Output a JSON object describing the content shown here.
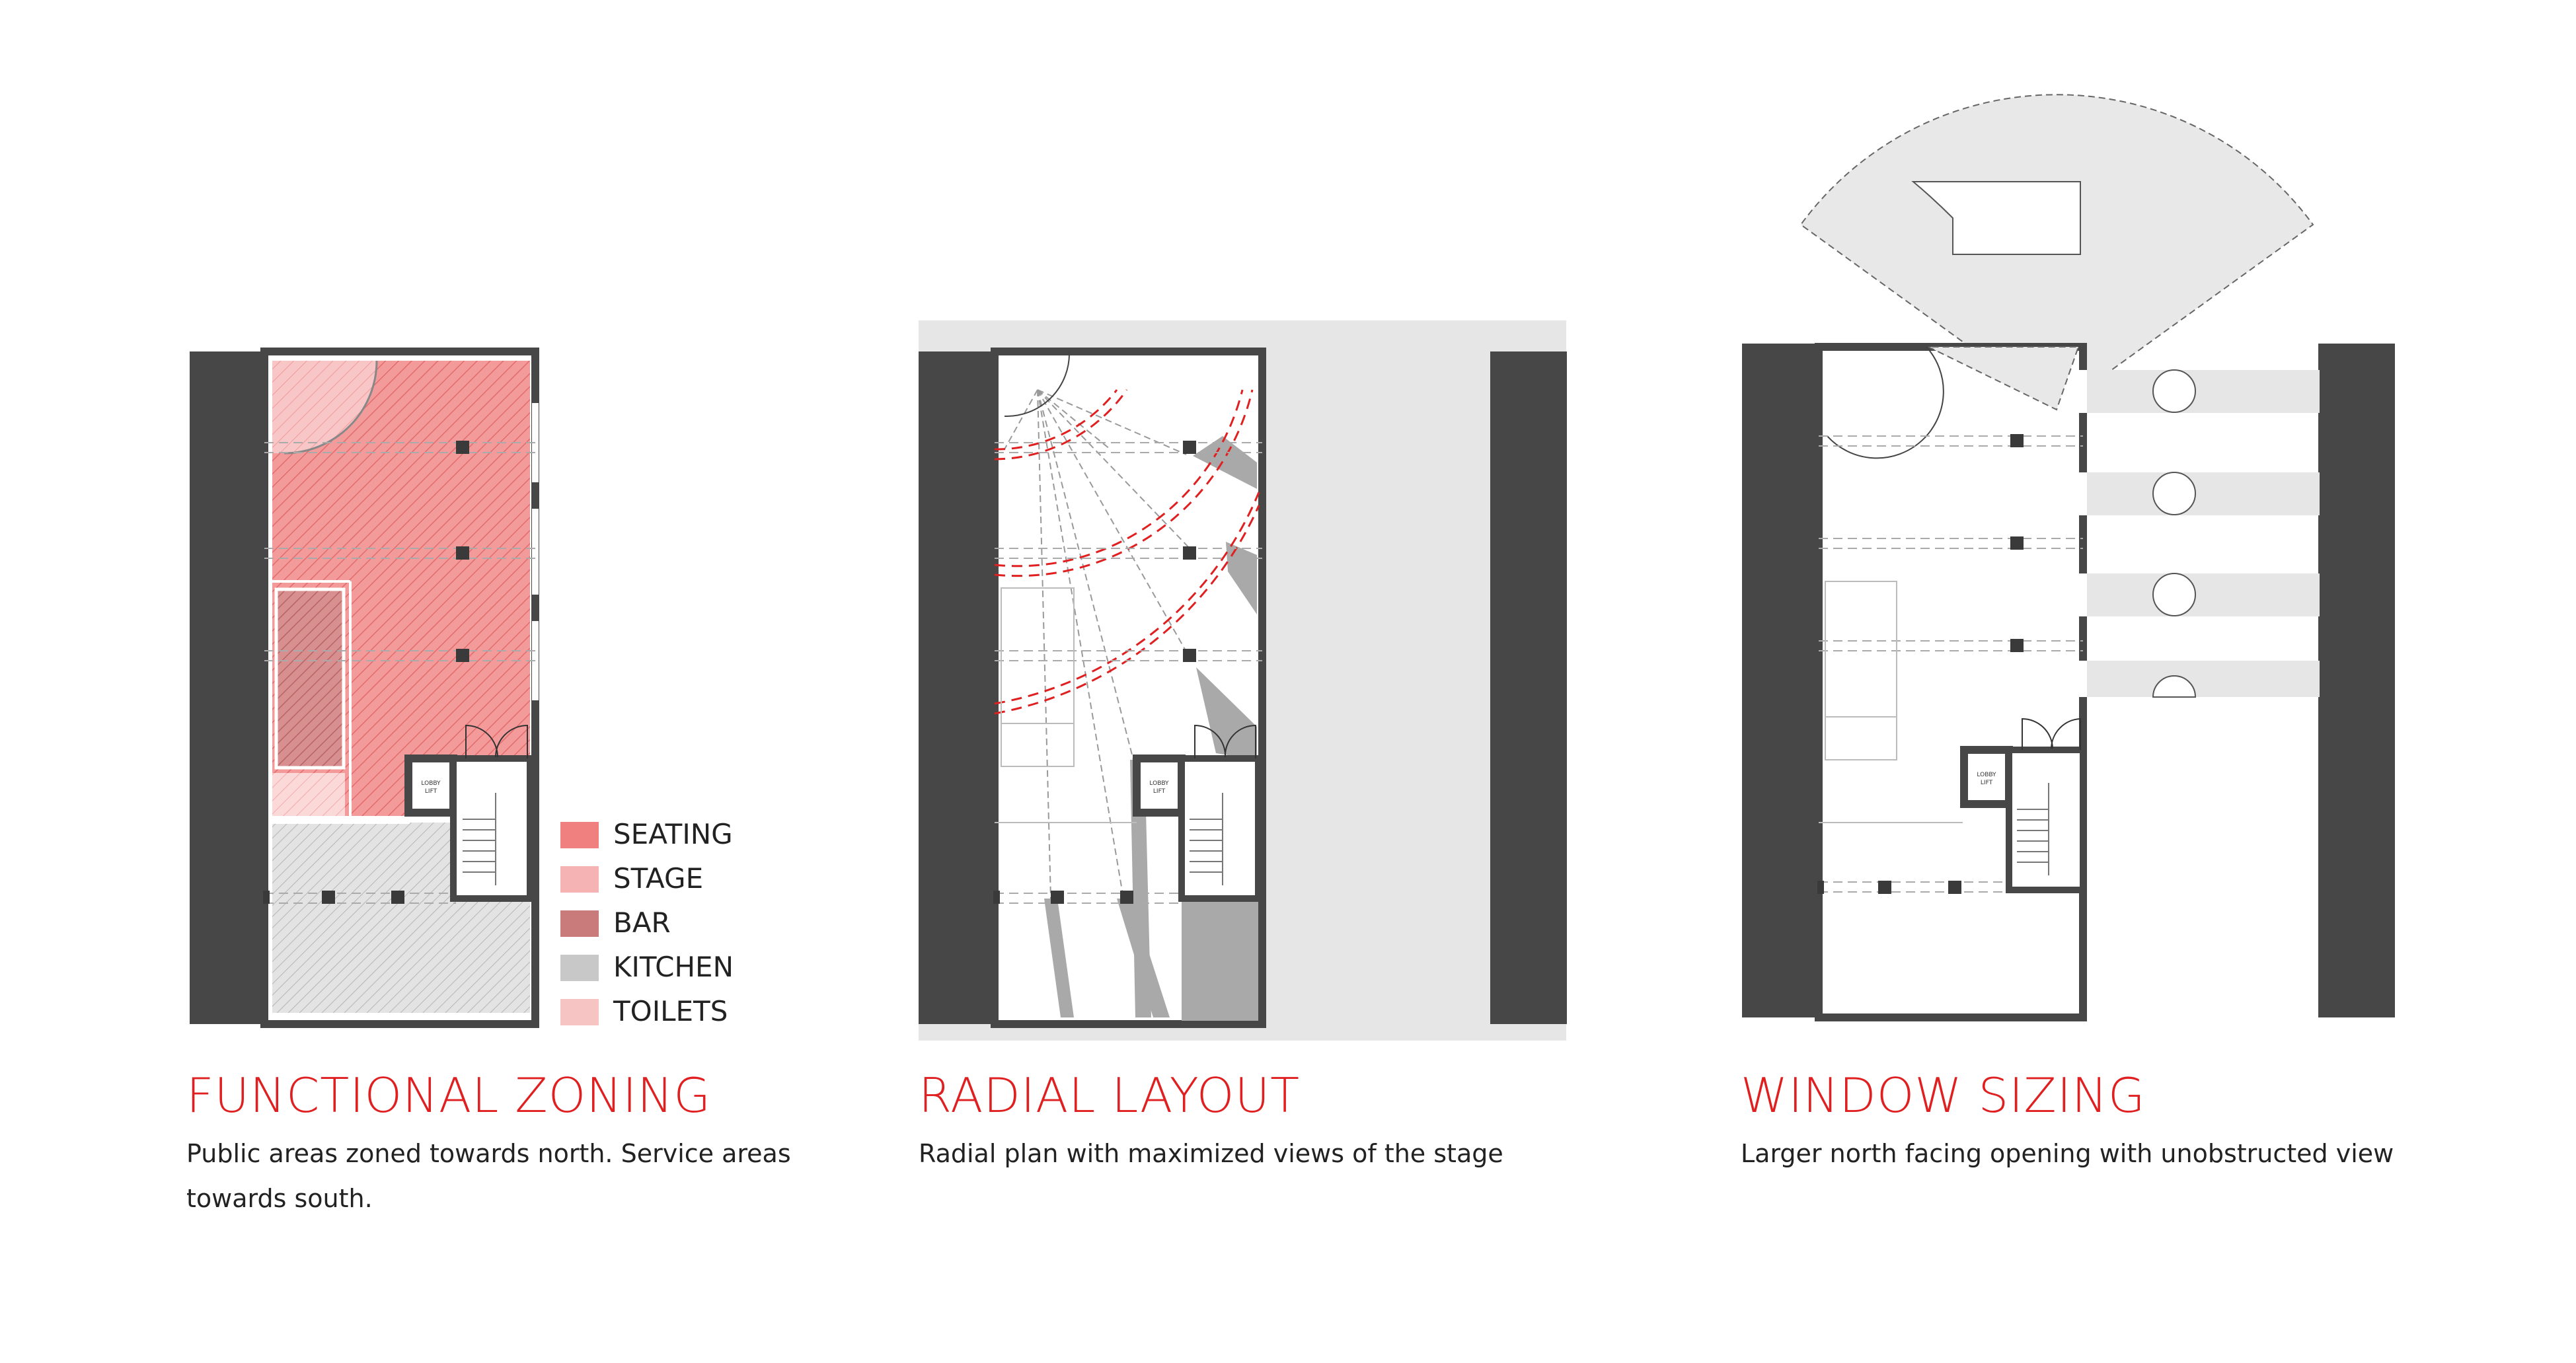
{
  "panels": [
    {
      "title": "FUNCTIONAL ZONING",
      "description_lines": [
        "Public areas zoned towards north. Service areas",
        "towards south."
      ]
    },
    {
      "title": "RADIAL LAYOUT",
      "description_lines": [
        "Radial plan with maximized views of the stage"
      ]
    },
    {
      "title": "WINDOW SIZING",
      "description_lines": [
        "Larger north facing opening with unobstructed view"
      ]
    }
  ],
  "legend": [
    {
      "label": "SEATING",
      "color": "#f08080"
    },
    {
      "label": "STAGE",
      "color": "#f6b3b3"
    },
    {
      "label": "BAR",
      "color": "#c97b7b"
    },
    {
      "label": "KITCHEN",
      "color": "#c8c8c8"
    },
    {
      "label": "TOILETS",
      "color": "#f7c4c4"
    }
  ],
  "lift_label": "LOBBY LIFT",
  "colors": {
    "accent": "#e02020",
    "wall": "#474747",
    "shade": "#e6e6e6"
  }
}
